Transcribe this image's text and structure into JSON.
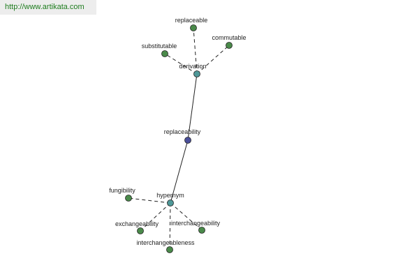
{
  "watermark": {
    "url": "http://www.artikata.com"
  },
  "colors": {
    "center_node": "#4a4f9a",
    "relation_node": "#4f9898",
    "leaf_node": "#4a8a4a",
    "node_stroke": "#222222",
    "edge": "#222222"
  },
  "graph": {
    "nodes": [
      {
        "id": "replaceability",
        "label": "replaceability",
        "kind": "center"
      },
      {
        "id": "derivation",
        "label": "derivation",
        "kind": "relation"
      },
      {
        "id": "hypernym",
        "label": "hypernym",
        "kind": "relation"
      },
      {
        "id": "replaceable",
        "label": "replaceable",
        "kind": "leaf"
      },
      {
        "id": "substitutable",
        "label": "substitutable",
        "kind": "leaf"
      },
      {
        "id": "commutable",
        "label": "commutable",
        "kind": "leaf"
      },
      {
        "id": "fungibility",
        "label": "fungibility",
        "kind": "leaf"
      },
      {
        "id": "exchangeability",
        "label": "exchangeability",
        "kind": "leaf"
      },
      {
        "id": "interchangeability",
        "label": "interchangeability",
        "kind": "leaf"
      },
      {
        "id": "interchangeableness",
        "label": "interchangeableness",
        "kind": "leaf"
      }
    ],
    "edges": [
      {
        "from": "replaceability",
        "to": "derivation",
        "style": "solid"
      },
      {
        "from": "replaceability",
        "to": "hypernym",
        "style": "solid"
      },
      {
        "from": "derivation",
        "to": "replaceable",
        "style": "dashed"
      },
      {
        "from": "derivation",
        "to": "substitutable",
        "style": "dashed"
      },
      {
        "from": "derivation",
        "to": "commutable",
        "style": "dashed"
      },
      {
        "from": "hypernym",
        "to": "fungibility",
        "style": "dashed"
      },
      {
        "from": "hypernym",
        "to": "exchangeability",
        "style": "dashed"
      },
      {
        "from": "hypernym",
        "to": "interchangeability",
        "style": "dashed"
      },
      {
        "from": "hypernym",
        "to": "interchangeableness",
        "style": "dashed"
      }
    ]
  }
}
